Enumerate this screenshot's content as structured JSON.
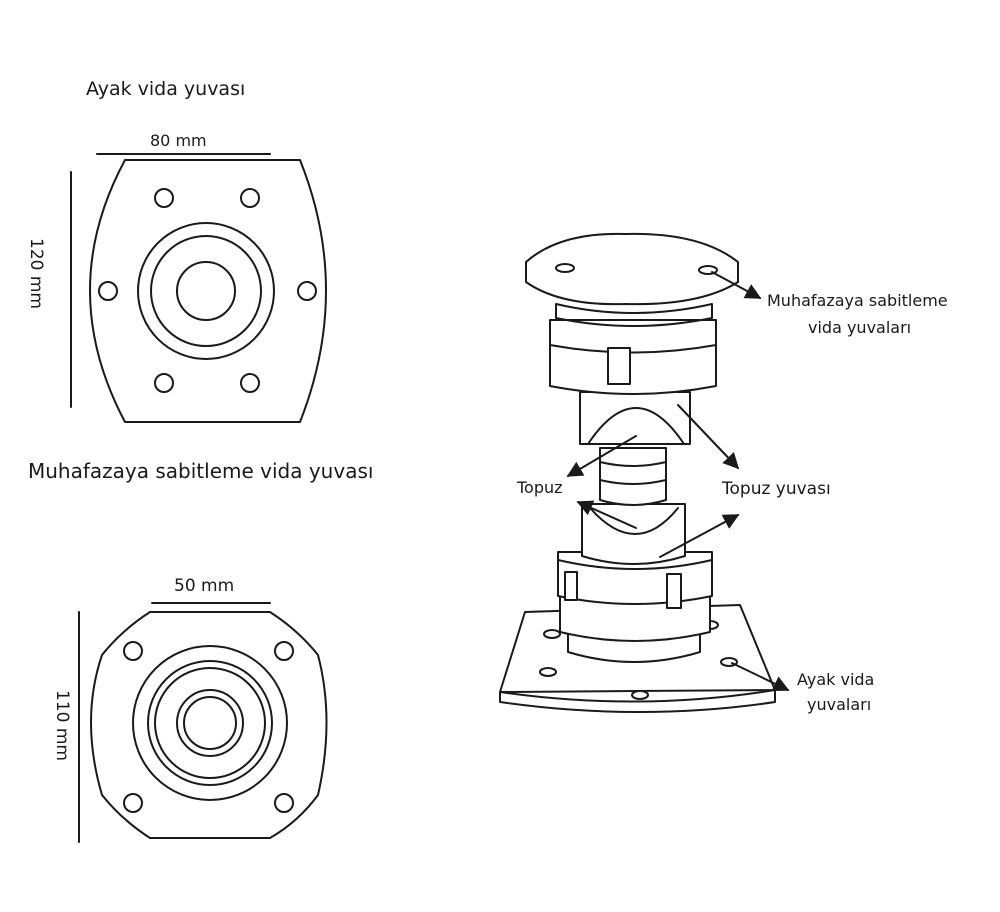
{
  "top_plate": {
    "title": "Ayak vida yuvası",
    "width_label": "80 mm",
    "height_label": "120 mm"
  },
  "bottom_plate": {
    "title": "Muhafazaya sabitleme vida yuvası",
    "width_label": "50 mm",
    "height_label": "110 mm"
  },
  "assembly": {
    "callouts": {
      "mount_holes": [
        "Muhafazaya sabitleme",
        "vida yuvaları"
      ],
      "ball": "Topuz",
      "ball_socket": "Topuz yuvası",
      "foot_holes": [
        "Ayak vida",
        "yuvaları"
      ]
    }
  }
}
